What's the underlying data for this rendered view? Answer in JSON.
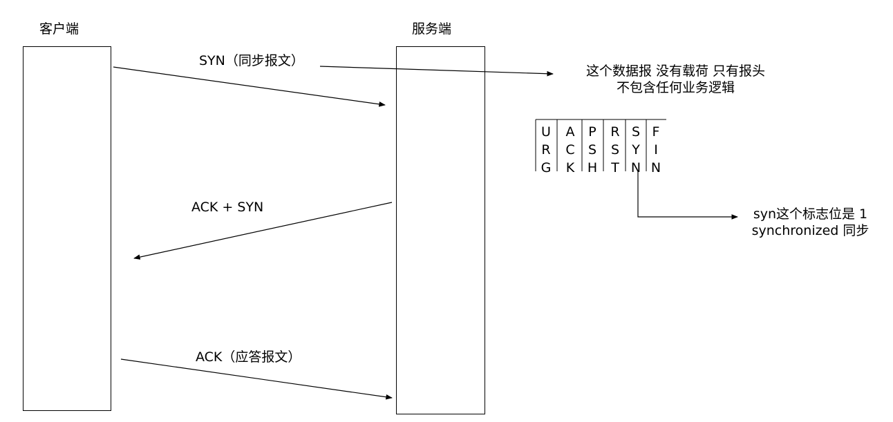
{
  "client": {
    "title": "客户端"
  },
  "server": {
    "title": "服务端"
  },
  "messages": [
    {
      "label": "SYN（同步报文）"
    },
    {
      "label": "ACK + SYN"
    },
    {
      "label": "ACK（应答报文）"
    }
  ],
  "note_packet": [
    "这个数据报 没有载荷 只有报头",
    "不包含任何业务逻辑"
  ],
  "flags": [
    [
      "U",
      "R",
      "G"
    ],
    [
      "A",
      "C",
      "K"
    ],
    [
      "P",
      "S",
      "H"
    ],
    [
      "R",
      "S",
      "T"
    ],
    [
      "S",
      "Y",
      "N"
    ],
    [
      "F",
      "I",
      "N"
    ]
  ],
  "note_syn": [
    "syn这个标志位是 1",
    "synchronized 同步"
  ]
}
